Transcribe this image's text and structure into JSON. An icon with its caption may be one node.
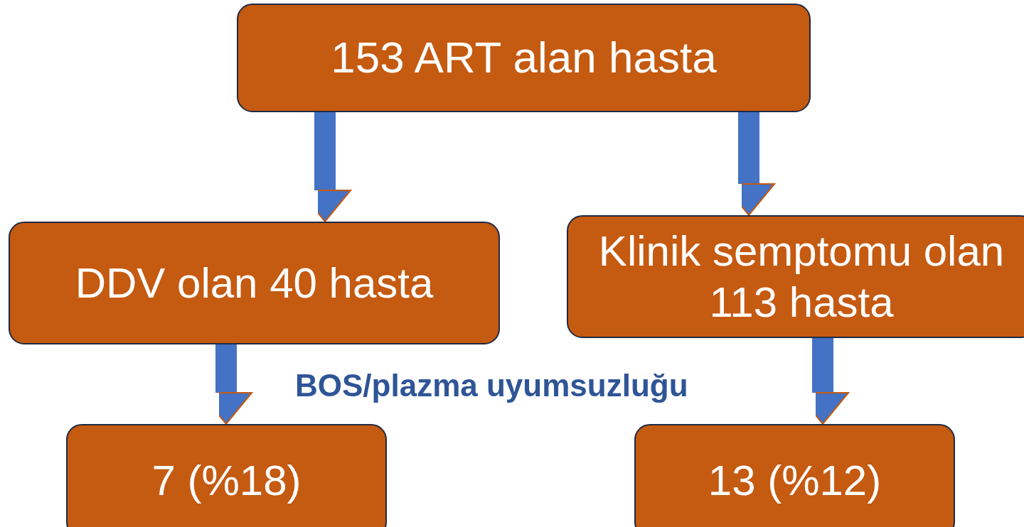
{
  "diagram": {
    "nodes": [
      {
        "text": [
          "153 ART alan hasta"
        ]
      },
      {
        "text": [
          "DDV olan 40 hasta"
        ]
      },
      {
        "text": [
          "Klinik semptomu olan 113 hasta"
        ]
      },
      {
        "text": [
          "7 (%18)"
        ]
      },
      {
        "text": [
          "13 (%12)"
        ]
      }
    ],
    "edges": [
      {
        "from": 0,
        "to": 1,
        "arrow": "to"
      },
      {
        "from": 0,
        "to": 2,
        "arrow": "to"
      },
      {
        "from": 1,
        "to": 3,
        "arrow": "to"
      },
      {
        "from": 2,
        "to": 4,
        "arrow": "to"
      }
    ],
    "labels": [
      "BOS/plazma uyumsuzluğu"
    ]
  }
}
